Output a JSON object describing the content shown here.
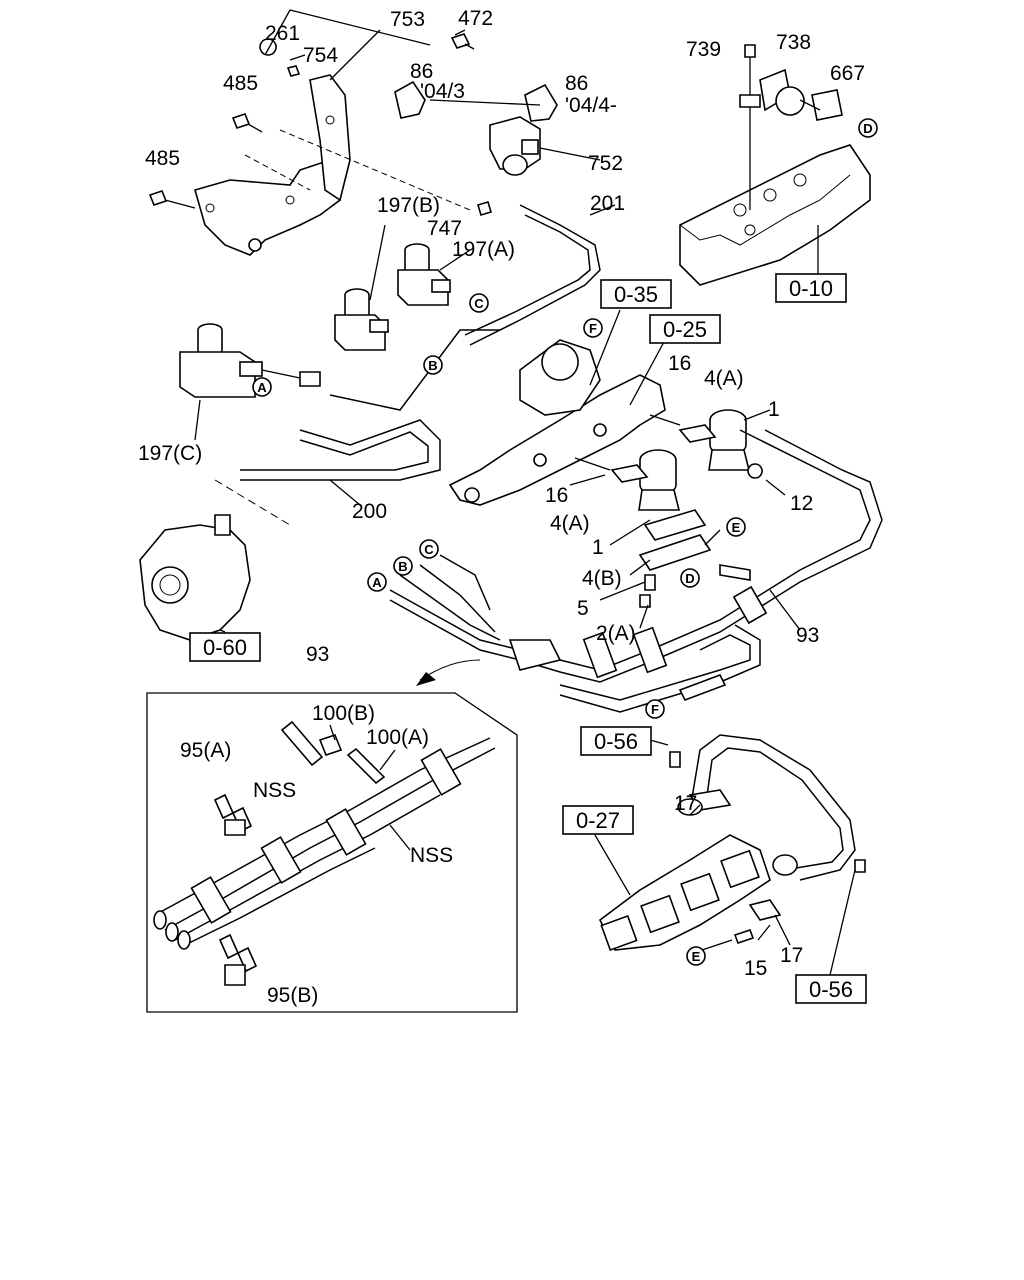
{
  "labels": {
    "p261": "261",
    "p753": "753",
    "p472": "472",
    "p754": "754",
    "p485a": "485",
    "p485b": "485",
    "p86a": "86",
    "p86a_date": "'04/3",
    "p86b": "86",
    "p86b_date": "'04/4-",
    "p752": "752",
    "p201": "201",
    "p197b": "197(B)",
    "p747": "747",
    "p197a": "197(A)",
    "p197c": "197(C)",
    "p200": "200",
    "p739": "739",
    "p738": "738",
    "p667": "667",
    "p16a": "16",
    "p4a_top": "4(A)",
    "p1_top": "1",
    "p16b": "16",
    "p12": "12",
    "p4a_mid": "4(A)",
    "p1_mid": "1",
    "p4b": "4(B)",
    "p5": "5",
    "p2a": "2(A)",
    "p93_right": "93",
    "p93_inset": "93",
    "p100b": "100(B)",
    "p100a": "100(A)",
    "p95a": "95(A)",
    "nss1": "NSS",
    "nss2": "NSS",
    "p95b": "95(B)",
    "p17a": "17",
    "p17b": "17",
    "p15": "15"
  },
  "refs": {
    "r035": "0-35",
    "r025": "0-25",
    "r010": "0-10",
    "r060": "0-60",
    "r056a": "0-56",
    "r027": "0-27",
    "r056b": "0-56"
  },
  "connectors": {
    "cA1": "A",
    "cB1": "B",
    "cC1": "C",
    "cD1": "D",
    "cF1": "F",
    "cE1": "E",
    "cD2": "D",
    "cA2": "A",
    "cB2": "B",
    "cC2": "C",
    "cF2": "F",
    "cE2": "E"
  }
}
